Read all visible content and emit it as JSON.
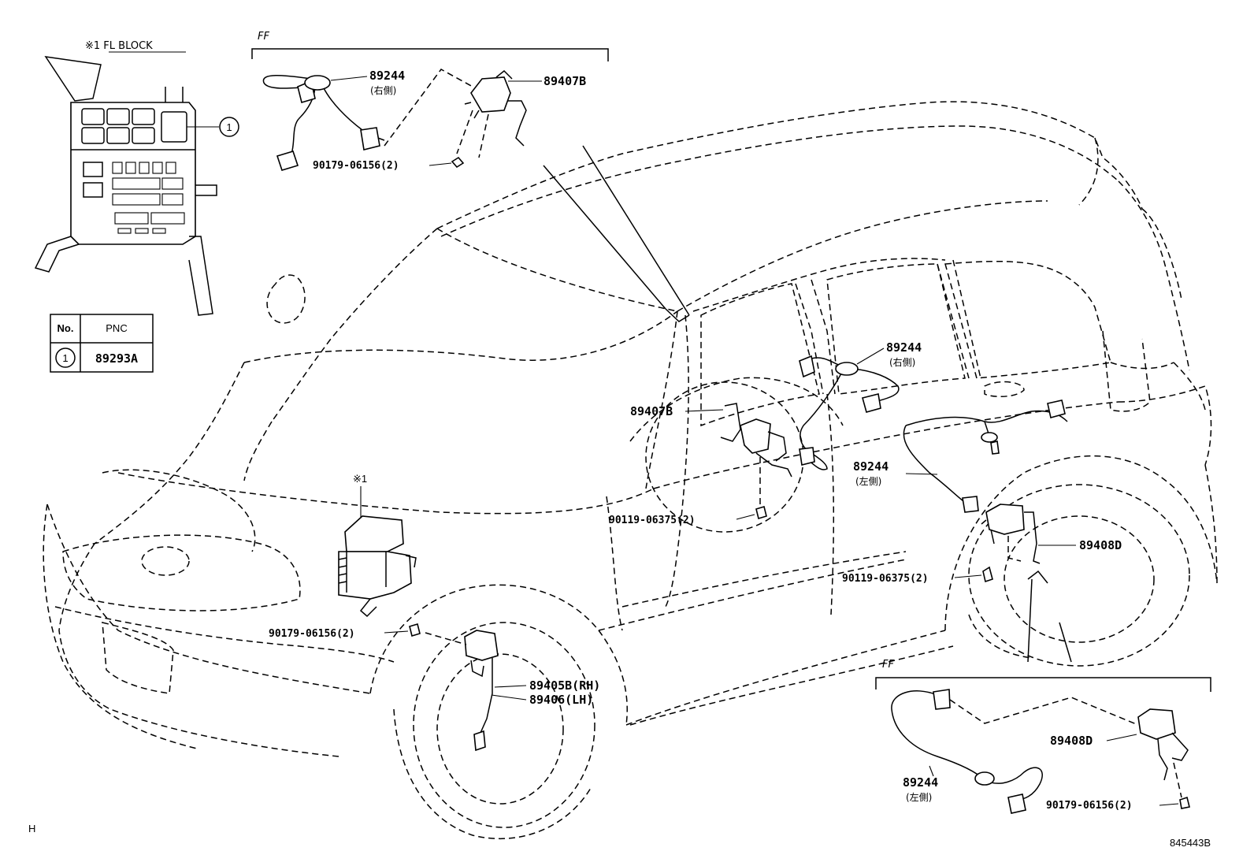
{
  "fl_block_title": "※1 FL BLOCK",
  "ff_top": "FF",
  "ff_bottom": "FF",
  "table": {
    "col_no": "No.",
    "col_pnc": "PNC",
    "row_no": "1",
    "row_pnc": "89293A"
  },
  "callout_1": "1",
  "star_1": "※1",
  "labels": {
    "p89244_top": "89244",
    "p89244_top_sub": "(右側)",
    "p89407b_top": "89407B",
    "p90179_top": "90179-06156(2)",
    "p89244_mid": "89244",
    "p89244_mid_sub": "(右側)",
    "p89407b_mid": "89407B",
    "p89244_left": "89244",
    "p89244_left_sub": "(左側)",
    "p90119_mid": "90119-06375(2)",
    "p89408d_mid": "89408D",
    "p90119_rear": "90119-06375(2)",
    "p90179_front": "90179-06156(2)",
    "p89405b": "89405B(RH)",
    "p89406": "89406(LH)",
    "p89408d_bot": "89408D",
    "p89244_bot": "89244",
    "p89244_bot_sub": "(左側)",
    "p90179_bot": "90179-06156(2)"
  },
  "corner_letter": "H",
  "drawing_code": "845443B"
}
